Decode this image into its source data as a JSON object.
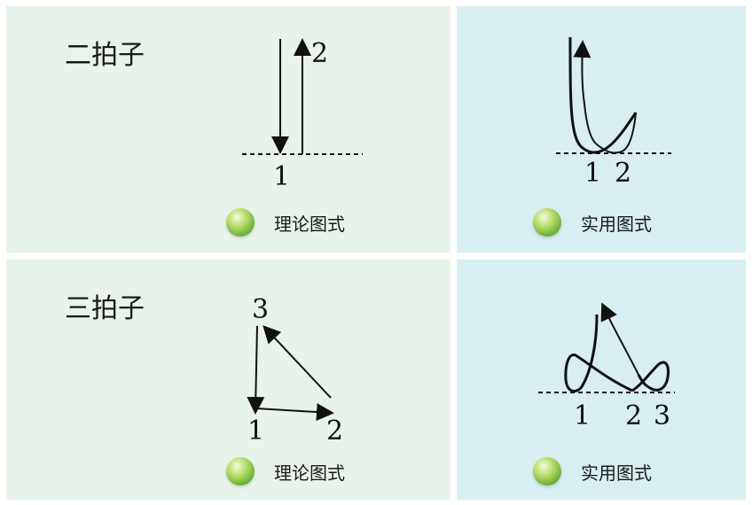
{
  "panels": {
    "duple": {
      "title": "二拍子",
      "theory_caption": "理论图式",
      "practice_caption": "实用图式",
      "theory_labels": [
        "1",
        "2"
      ],
      "practice_labels": [
        "1",
        "2"
      ]
    },
    "triple": {
      "title": "三拍子",
      "theory_caption": "理论图式",
      "practice_caption": "实用图式",
      "theory_labels": [
        "1",
        "2",
        "3"
      ],
      "practice_labels": [
        "1",
        "2",
        "3"
      ]
    }
  },
  "icons": {
    "caption_bullet": "green-ball-icon"
  },
  "colors": {
    "theory_bg": "#e8f3ea",
    "practice_bg": "#d8eef0",
    "bullet": "#7ab83f"
  }
}
